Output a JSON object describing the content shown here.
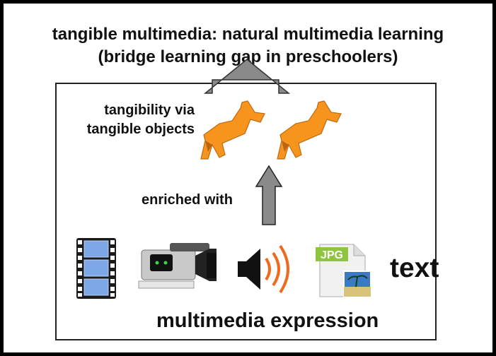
{
  "title": "tangible multimedia: natural multimedia learning",
  "subtitle": "(bridge learning gap in preschoolers)",
  "tangibility_label": "tangibility via\ntangible objects",
  "enriched_label": "enriched with",
  "text_media_label": "text",
  "jpg_icon_label": "JPG",
  "bottom_label": "multimedia expression",
  "icons": [
    "film-strip-icon",
    "video-camera-icon",
    "speaker-icon",
    "jpg-image-file-icon"
  ],
  "colors": {
    "horse": "#F7941D",
    "arrow": "#888888",
    "frame": "#000000"
  }
}
